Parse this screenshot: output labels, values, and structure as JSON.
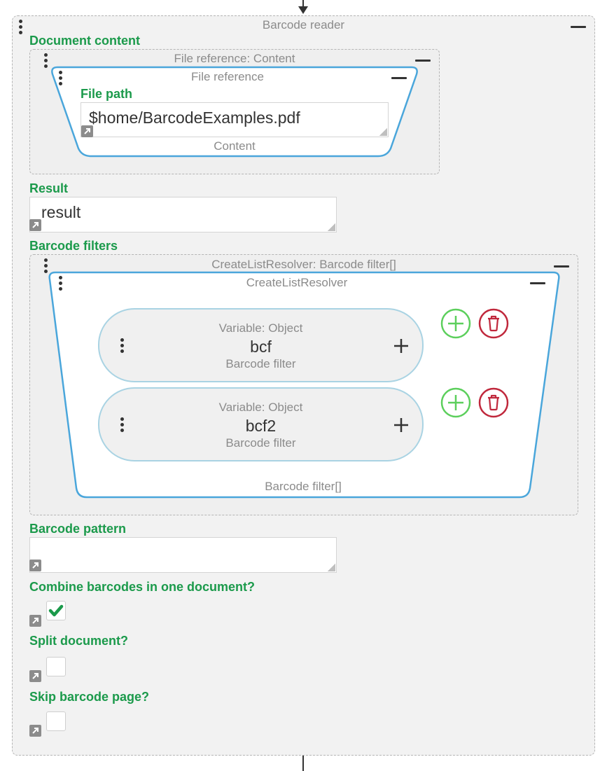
{
  "barcode_reader": {
    "title": "Barcode reader",
    "document_content": {
      "label": "Document content",
      "file_reference_block": {
        "title": "File reference: Content",
        "inner": {
          "title": "File reference",
          "file_path_label": "File path",
          "file_path_value": "$home/BarcodeExamples.pdf",
          "footer": "Content"
        }
      }
    },
    "result": {
      "label": "Result",
      "value": "result"
    },
    "barcode_filters": {
      "label": "Barcode filters",
      "list_block": {
        "title": "CreateListResolver: Barcode filter[]",
        "inner": {
          "title": "CreateListResolver",
          "items": [
            {
              "type_label": "Variable: Object",
              "name": "bcf",
              "subtype": "Barcode filter"
            },
            {
              "type_label": "Variable: Object",
              "name": "bcf2",
              "subtype": "Barcode filter"
            }
          ],
          "footer": "Barcode filter[]"
        }
      }
    },
    "barcode_pattern": {
      "label": "Barcode pattern",
      "value": ""
    },
    "combine_barcodes": {
      "label": "Combine barcodes in one document?",
      "checked": true
    },
    "split_document": {
      "label": "Split document?",
      "checked": false
    },
    "skip_barcode_page": {
      "label": "Skip barcode page?",
      "checked": false
    }
  },
  "colors": {
    "label_green": "#1b9a4b",
    "accent_blue": "#4aa6db",
    "pill_border": "#a9d3e3",
    "add_green": "#5ccf5c",
    "delete_red": "#c0283c"
  },
  "icons": [
    "arrow-down-icon",
    "drag-handle-icon",
    "collapse-icon",
    "expand-icon",
    "plus-icon",
    "add-circle-icon",
    "trash-icon",
    "checkmark-icon"
  ]
}
